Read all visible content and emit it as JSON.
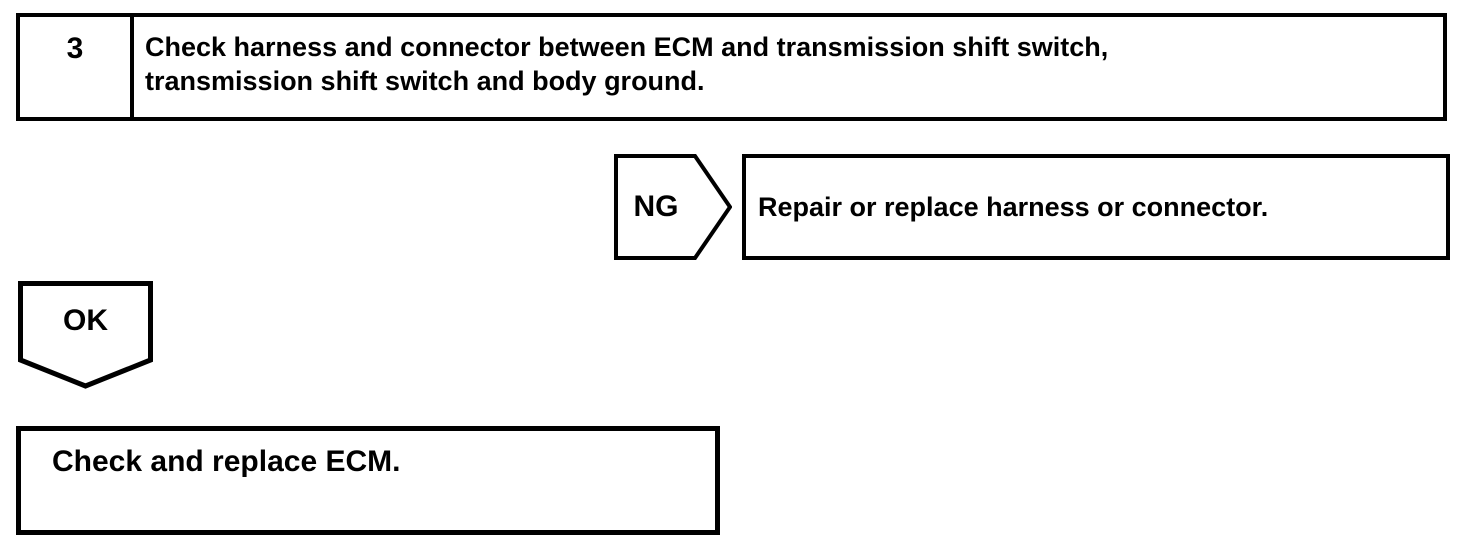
{
  "flowchart": {
    "step": {
      "number": "3",
      "lines": [
        "Check harness and connector between ECM and transmission shift switch,",
        "transmission shift switch and body ground."
      ]
    },
    "ng_branch": {
      "label": "NG",
      "action": "Repair or replace harness or connector."
    },
    "ok_branch": {
      "label": "OK",
      "action": "Check and replace ECM."
    },
    "colors": {
      "line": "#000000",
      "background": "#ffffff",
      "text": "#000000"
    }
  }
}
